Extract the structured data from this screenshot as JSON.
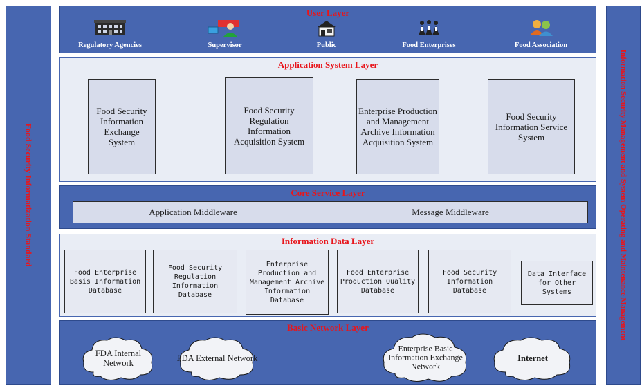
{
  "side_left": "Food Security Informatization Standard",
  "side_right": "Information Security Management and System Operating and Maintenance Management",
  "user_layer": {
    "title": "User Layer",
    "items": [
      {
        "label": "Regulatory Agencies",
        "icon": "building-icon"
      },
      {
        "label": "Supervisor",
        "icon": "supervisor-icon"
      },
      {
        "label": "Public",
        "icon": "house-icon"
      },
      {
        "label": "Food Enterprises",
        "icon": "people-group-icon"
      },
      {
        "label": "Food Association",
        "icon": "association-icon"
      }
    ]
  },
  "application_layer": {
    "title": "Application System Layer",
    "systems": [
      "Food Security Information Exchange System",
      "Food Security Regulation Information Acquisition System",
      "Enterprise Production and Management Archive Information Acquisition System",
      "Food Security Information Service System"
    ]
  },
  "core_layer": {
    "title": "Core Service Layer",
    "items": [
      "Application Middleware",
      "Message Middleware"
    ]
  },
  "data_layer": {
    "title": "Information Data Layer",
    "databases": [
      "Food Enterprise Basis Information Database",
      "Food Security Regulation Information Database",
      "Enterprise Production and Management Archive Information Database",
      "Food Enterprise Production Quality Database",
      "Food Security Information Database",
      "Data Interface for Other Systems"
    ]
  },
  "network_layer": {
    "title": "Basic Network Layer",
    "networks": [
      "FDA Internal Network",
      "FDA External Network",
      "Enterprise Basic Information Exchange Network",
      "Internet"
    ]
  },
  "colors": {
    "layer_blue": "#4766b0",
    "title_red": "#e8151b",
    "box_fill": "#d7dceb"
  }
}
